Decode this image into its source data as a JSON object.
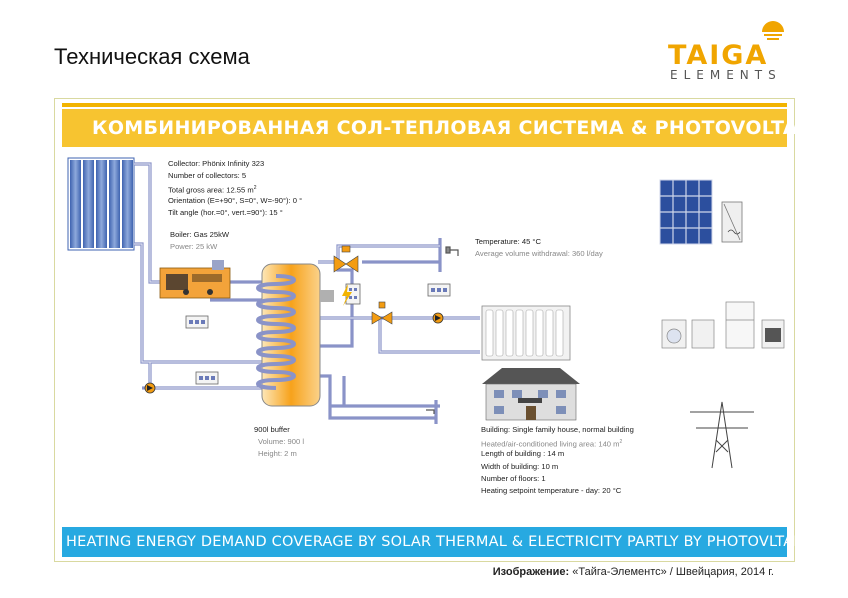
{
  "page": {
    "title": "Техническая схема"
  },
  "logo": {
    "word": "TAIGA",
    "sub": "ELEMENTS"
  },
  "header": {
    "title": "КОМБИНИРОВАННАЯ СОЛ-ТЕПЛОВАЯ СИСТЕМА & PHOTOVOLTAIC"
  },
  "collector": {
    "name": "Collector: Phönix Infinity 323",
    "count": "Number of collectors: 5",
    "area_prefix": "Total gross area: 12.55 m",
    "area_unit_sup": "2",
    "orientation": "Orientation (E=+90°, S=0°, W=-90°): 0 °",
    "tilt": "Tilt angle (hor.=0°, vert.=90°): 15 °"
  },
  "boiler": {
    "name": "Boiler: Gas 25kW",
    "power": "Power: 25 kW"
  },
  "hot_water": {
    "temperature": "Temperature: 45 °C",
    "withdrawal": "Average volume withdrawal: 360 l/day"
  },
  "buffer": {
    "name": "900l buffer",
    "volume": "Volume: 900 l",
    "height": "Height: 2 m"
  },
  "building": {
    "type": "Building: Single family house, normal building",
    "area_prefix": "Heated/air-conditioned living area: 140 m",
    "area_unit_sup": "2",
    "length": "Length of building : 14 m",
    "width": "Width of building: 10 m",
    "floors": "Number of floors: 1",
    "setpoint": "Heating setpoint temperature - day: 20 °C"
  },
  "footer": {
    "text": "HEATING ENERGY DEMAND COVERAGE BY SOLAR THERMAL & ELECTRICITY PARTLY BY PHOTOVLTAIC"
  },
  "caption": {
    "label": "Изображение:",
    "text": "«Тайга-Элементс» / Швейцария, 2014 г."
  },
  "colors": {
    "brand_orange": "#f0a500",
    "header_yellow": "#f7c430",
    "footer_blue": "#27a9e1",
    "pipe_blue": "#8a93c8",
    "tank_orange": "#f39c12",
    "collector_blue": "#5a7fc0"
  }
}
